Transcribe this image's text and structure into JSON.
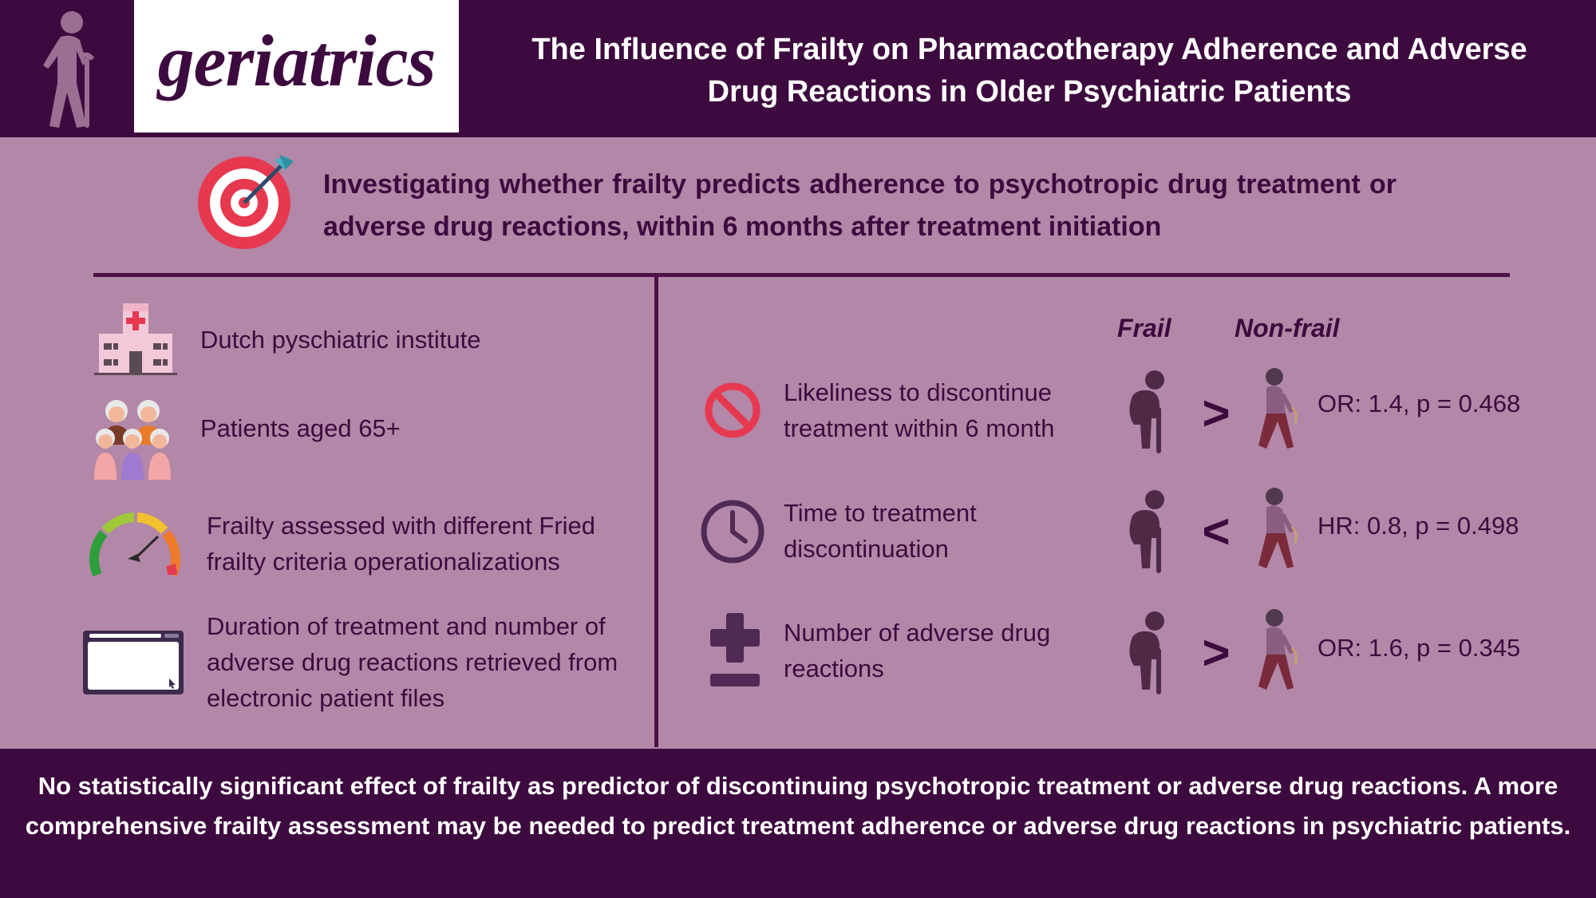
{
  "header": {
    "journal_name": "geriatrics",
    "title": "The Influence of Frailty on Pharmacotherapy Adherence and Adverse Drug Reactions in Older Psychiatric Patients"
  },
  "aim": {
    "text": "Investigating whether frailty predicts adherence to psychotropic drug treatment or adverse drug reactions, within 6 months after treatment initiation",
    "icon": "target-icon"
  },
  "methods": [
    {
      "icon": "hospital-icon",
      "text": "Dutch pyschiatric institute"
    },
    {
      "icon": "elderly-group-icon",
      "text": "Patients aged 65+"
    },
    {
      "icon": "gauge-icon",
      "text": "Frailty assessed with different Fried frailty criteria operationalizations"
    },
    {
      "icon": "browser-window-icon",
      "text": "Duration of treatment and number of adverse drug reactions retrieved from electronic patient files"
    }
  ],
  "results": {
    "frail_label": "Frail",
    "nonfrail_label": "Non-frail",
    "rows": [
      {
        "icon": "prohibited-icon",
        "outcome": "Likeliness to discontinue treatment within 6 month",
        "comparison": ">",
        "stat": "OR: 1.4,  p = 0.468"
      },
      {
        "icon": "clock-icon",
        "outcome": "Time to treatment discontinuation",
        "comparison": "<",
        "stat": "HR: 0.8,  p = 0.498"
      },
      {
        "icon": "plus-minus-icon",
        "outcome": "Number of adverse drug reactions",
        "comparison": ">",
        "stat": "OR: 1.6,  p = 0.345"
      }
    ]
  },
  "conclusion": "No statistically significant effect of frailty as predictor of discontinuing psychotropic treatment or adverse drug reactions. A more comprehensive frailty assessment may be needed to predict treatment adherence or adverse drug reactions in psychiatric patients.",
  "colors": {
    "dark_purple": "#3d0a3f",
    "background_mauve": "#b387a7",
    "target_red": "#e63950",
    "frail_figure": "#4f2a47",
    "nonfrail_figure": "#6e4566"
  }
}
